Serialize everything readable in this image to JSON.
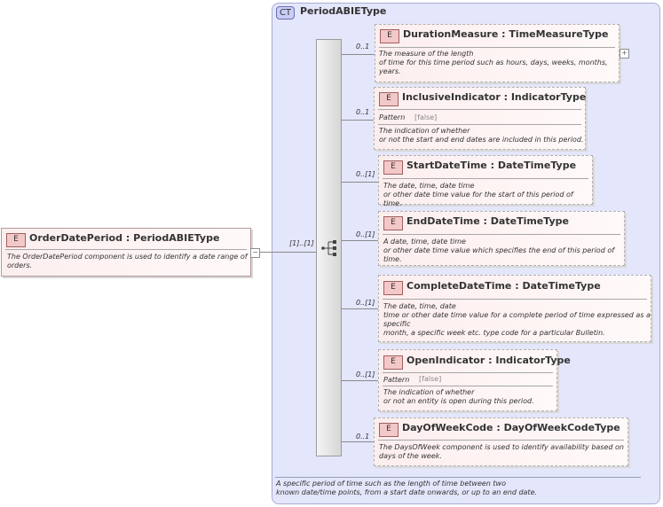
{
  "root": {
    "badge": "E",
    "name": "OrderDatePeriod",
    "type": "PeriodABIEType",
    "sep": ":",
    "doc": "The OrderDatePeriod component is used to identify a date range of\norders.",
    "cardinality": "[1]..[1]"
  },
  "complex_type": {
    "badge": "CT",
    "name": "PeriodABIEType",
    "doc": "A specific period of time such as the length of time between two\nknown date/time points, from a start date onwards, or up to an end date."
  },
  "elements": [
    {
      "badge": "E",
      "name": "DurationMeasure",
      "type": "TimeMeasureType",
      "cardinality": "0..1",
      "doc": "The measure of the length\n    of time for this time period such as hours, days, weeks, months,\nyears."
    },
    {
      "badge": "E",
      "name": "InclusiveIndicator",
      "type": "IndicatorType",
      "cardinality": "0..1",
      "pattern_label": "Pattern",
      "pattern_value": "[false]",
      "doc": "The indication of whether\nor not the start and end dates are included in this period."
    },
    {
      "badge": "E",
      "name": "StartDateTime",
      "type": "DateTimeType",
      "cardinality": "0..[1]",
      "doc": "The date, time, date time\nor other date time value for the start of this period of time."
    },
    {
      "badge": "E",
      "name": "EndDateTime",
      "type": "DateTimeType",
      "cardinality": "0..[1]",
      "doc": "A date, time, date time\n    or other date time value which specifies the end of this period of\ntime."
    },
    {
      "badge": "E",
      "name": "CompleteDateTime",
      "type": "DateTimeType",
      "cardinality": "0..[1]",
      "doc": "The date, time, date\ntime or other date time value for a complete period of time expressed as a\nspecific\nmonth, a specific week etc. type code for a particular Bulletin."
    },
    {
      "badge": "E",
      "name": "OpenIndicator",
      "type": "IndicatorType",
      "cardinality": "0..[1]",
      "pattern_label": "Pattern",
      "pattern_value": "[false]",
      "doc": "The indication of whether\nor not an entity is open during this period."
    },
    {
      "badge": "E",
      "name": "DayOfWeekCode",
      "type": "DayOfWeekCodeType",
      "cardinality": "0..1",
      "doc": "The DaysOfWeek component is used to identify availability based on\ndays of the week."
    }
  ],
  "expander_plus": "+",
  "expander_minus": "−"
}
